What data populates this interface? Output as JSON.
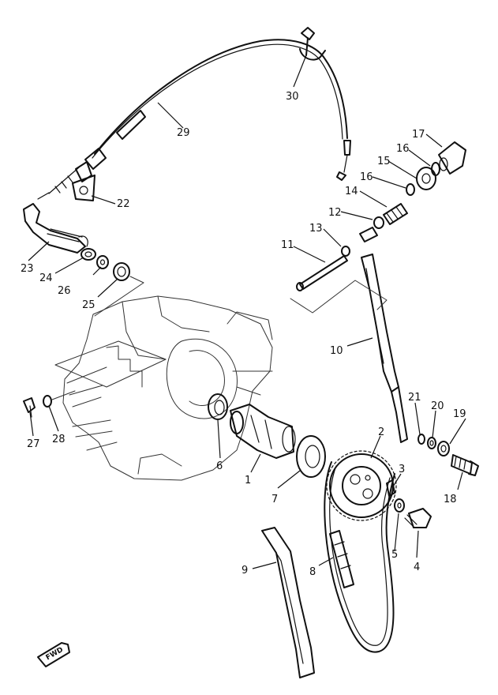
{
  "diagram": {
    "fwd_badge": "FWD",
    "callouts": [
      {
        "id": "1",
        "text": "1"
      },
      {
        "id": "2",
        "text": "2"
      },
      {
        "id": "3",
        "text": "3"
      },
      {
        "id": "4",
        "text": "4"
      },
      {
        "id": "5",
        "text": "5"
      },
      {
        "id": "6",
        "text": "6"
      },
      {
        "id": "7",
        "text": "7"
      },
      {
        "id": "8",
        "text": "8"
      },
      {
        "id": "9",
        "text": "9"
      },
      {
        "id": "10",
        "text": "10"
      },
      {
        "id": "11",
        "text": "11"
      },
      {
        "id": "12",
        "text": "12"
      },
      {
        "id": "13",
        "text": "13"
      },
      {
        "id": "14",
        "text": "14"
      },
      {
        "id": "15",
        "text": "15"
      },
      {
        "id": "16a",
        "text": "16"
      },
      {
        "id": "16b",
        "text": "16"
      },
      {
        "id": "17",
        "text": "17"
      },
      {
        "id": "18",
        "text": "18"
      },
      {
        "id": "19",
        "text": "19"
      },
      {
        "id": "20",
        "text": "20"
      },
      {
        "id": "21",
        "text": "21"
      },
      {
        "id": "22",
        "text": "22"
      },
      {
        "id": "23",
        "text": "23"
      },
      {
        "id": "24",
        "text": "24"
      },
      {
        "id": "25",
        "text": "25"
      },
      {
        "id": "26",
        "text": "26"
      },
      {
        "id": "27",
        "text": "27"
      },
      {
        "id": "28",
        "text": "28"
      },
      {
        "id": "29",
        "text": "29"
      },
      {
        "id": "30",
        "text": "30"
      }
    ]
  }
}
